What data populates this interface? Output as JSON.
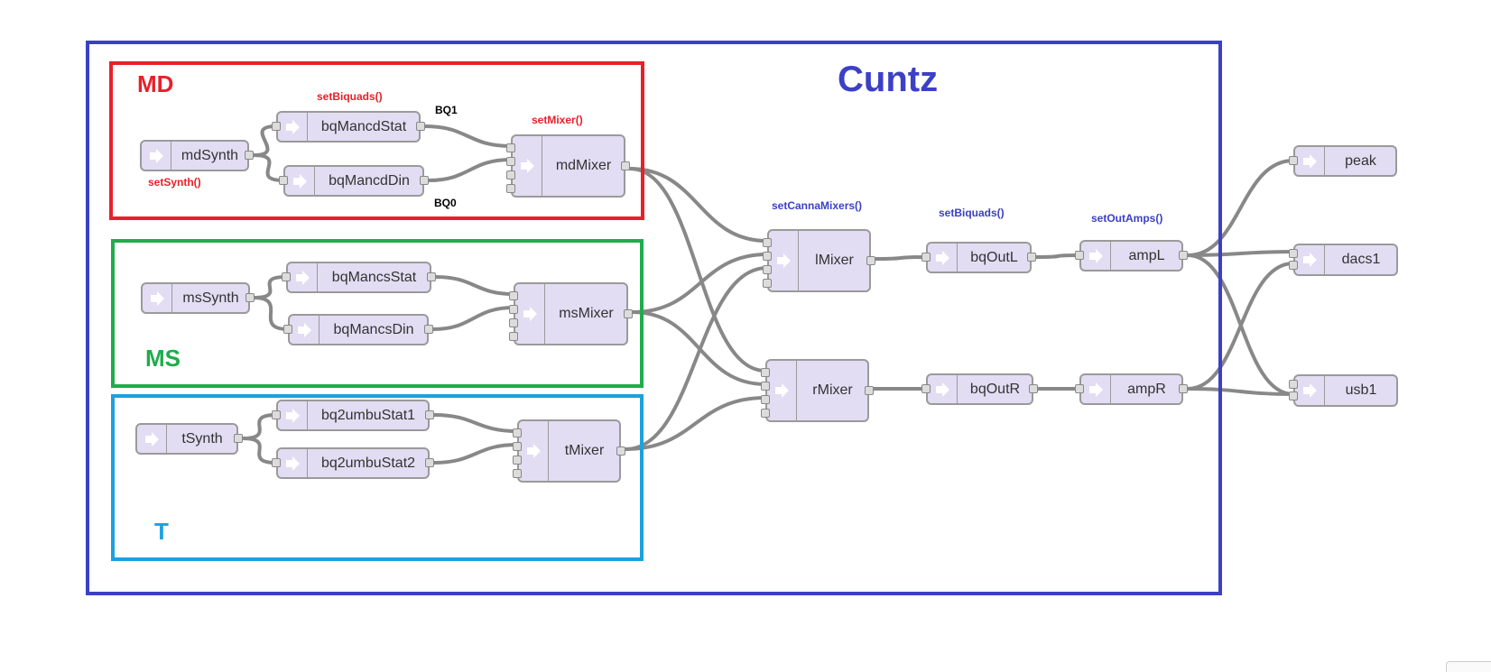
{
  "colors": {
    "cuntz": "#3c40c6",
    "md": "#e8202a",
    "ms": "#1fac4b",
    "t": "#1aa2de",
    "node_fill": "#e2ddf3",
    "node_border": "#9a9a9a",
    "wire": "#888888"
  },
  "groups": {
    "cuntz": {
      "label": "Cuntz"
    },
    "md": {
      "label": "MD"
    },
    "ms": {
      "label": "MS"
    },
    "t": {
      "label": "T"
    }
  },
  "annotations": {
    "md_set_biquads": "setBiquads()",
    "md_set_mixer": "setMixer()",
    "md_set_synth": "setSynth()",
    "bq1": "BQ1",
    "bq0": "BQ0",
    "set_canna_mixers": "setCannaMixers()",
    "set_biquads_out": "setBiquads()",
    "set_out_amps": "setOutAmps()"
  },
  "nodes": {
    "mdSynth": "mdSynth",
    "bqMancdStat": "bqMancdStat",
    "bqMancdDin": "bqMancdDin",
    "mdMixer": "mdMixer",
    "msSynth": "msSynth",
    "bqMancsStat": "bqMancsStat",
    "bqMancsDin": "bqMancsDin",
    "msMixer": "msMixer",
    "tSynth": "tSynth",
    "bq2umbuStat1": "bq2umbuStat1",
    "bq2umbuStat2": "bq2umbuStat2",
    "tMixer": "tMixer",
    "lMixer": "lMixer",
    "rMixer": "rMixer",
    "bqOutL": "bqOutL",
    "bqOutR": "bqOutR",
    "ampL": "ampL",
    "ampR": "ampR",
    "peak": "peak",
    "dacs1": "dacs1",
    "usb1": "usb1"
  },
  "icons": {
    "node_icon": "arrow-right-icon"
  }
}
